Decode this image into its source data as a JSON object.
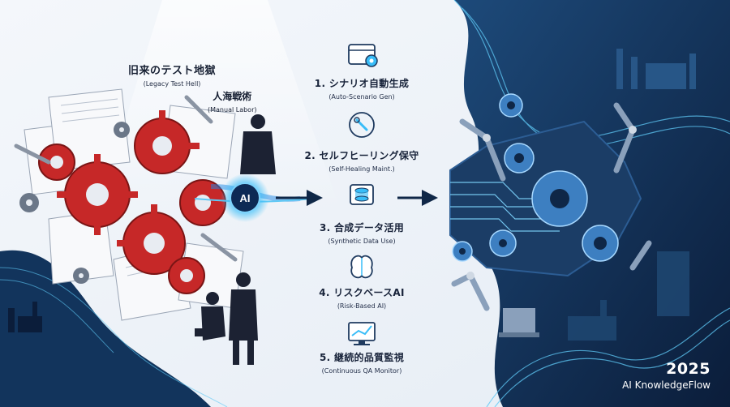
{
  "left": {
    "title_ja": "旧来のテスト地獄",
    "title_en": "(Legacy Test Hell)",
    "sub_ja": "人海戦術",
    "sub_en": "(Manual Labor)",
    "ai_badge": "AI"
  },
  "steps": [
    {
      "ja": "1. シナリオ自動生成",
      "en": "(Auto-Scenario Gen)",
      "icon": "settings-window-icon"
    },
    {
      "ja": "2. セルフヒーリング保守",
      "en": "(Self-Healing Maint.)",
      "icon": "repair-wrench-icon"
    },
    {
      "ja": "3. 合成データ活用",
      "en": "(Synthetic Data Use)",
      "icon": "database-cube-icon"
    },
    {
      "ja": "4. リスクベースAI",
      "en": "(Risk-Based AI)",
      "icon": "brain-icon"
    },
    {
      "ja": "5. 継続的品質監視",
      "en": "(Continuous QA Monitor)",
      "icon": "monitor-chart-icon"
    }
  ],
  "footer": {
    "year": "2025",
    "brand": "AI KnowledgeFlow"
  },
  "colors": {
    "navy": "#0f2747",
    "deep_navy": "#0a1a33",
    "cyan": "#38bdf8",
    "gear_red": "#c62828",
    "light_bg": "#eef3f8"
  }
}
